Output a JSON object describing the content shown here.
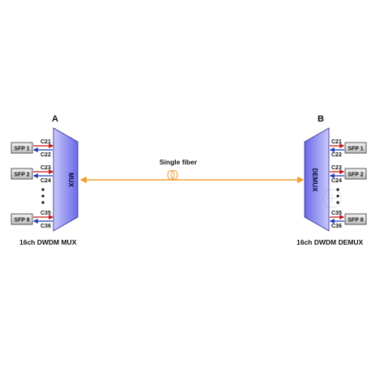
{
  "site_a": {
    "label": "A",
    "device_label": "MUX",
    "caption": "16ch DWDM MUX",
    "ports": [
      {
        "sfp": "SFP 1",
        "channels": [
          "C21",
          "C22"
        ]
      },
      {
        "sfp": "SFP 2",
        "channels": [
          "C23",
          "C24"
        ]
      },
      {
        "sfp": "SFP 8",
        "channels": [
          "C35",
          "C36"
        ]
      }
    ],
    "ellipsis": "•\n•\n•"
  },
  "site_b": {
    "label": "B",
    "device_label": "DEMUX",
    "caption": "16ch DWDM DEMUX",
    "ports": [
      {
        "sfp": "SFP 1",
        "channels": [
          "C21",
          "C22"
        ]
      },
      {
        "sfp": "SFP 2",
        "channels": [
          "C23",
          "C24"
        ]
      },
      {
        "sfp": "SFP 8",
        "channels": [
          "C35",
          "C36"
        ]
      }
    ],
    "ellipsis": "•\n•\n•"
  },
  "link": {
    "label": "Single fiber"
  },
  "colors": {
    "device_fill": "#7f7ff0",
    "device_stroke": "#2a2a8a",
    "fiber": "#f0a030",
    "tx_arrow": "#c01818",
    "rx_arrow": "#1a3ab8",
    "sfp_fill": "#d9d9d9"
  }
}
